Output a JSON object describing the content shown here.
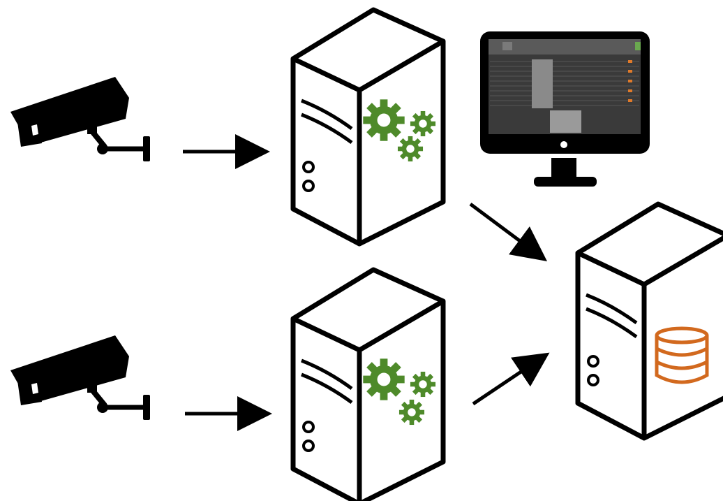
{
  "diagram": {
    "nodes": [
      {
        "id": "camera-1",
        "kind": "camera",
        "icon": "security-camera-icon"
      },
      {
        "id": "camera-2",
        "kind": "camera",
        "icon": "security-camera-icon"
      },
      {
        "id": "processing-server-1",
        "kind": "server",
        "icon": "gears-icon"
      },
      {
        "id": "processing-server-2",
        "kind": "server",
        "icon": "gears-icon"
      },
      {
        "id": "database-server",
        "kind": "server",
        "icon": "database-icon"
      },
      {
        "id": "monitor",
        "kind": "monitor",
        "icon": "monitor-icon"
      }
    ],
    "edges": [
      {
        "from": "camera-1",
        "to": "processing-server-1"
      },
      {
        "from": "camera-2",
        "to": "processing-server-2"
      },
      {
        "from": "processing-server-1",
        "to": "database-server"
      },
      {
        "from": "processing-server-2",
        "to": "database-server"
      }
    ],
    "colors": {
      "stroke": "#000000",
      "gears": "#4e8a2a",
      "database": "#d2691e",
      "screen": "#3a3a3a",
      "accent": "#e07a2a"
    }
  }
}
